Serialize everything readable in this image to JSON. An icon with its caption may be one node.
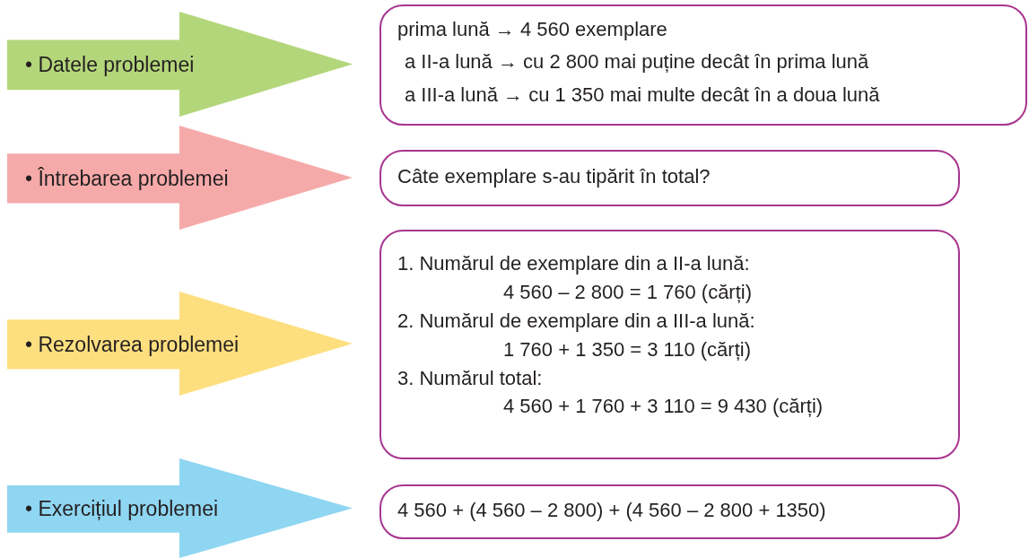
{
  "diagram": {
    "nodes": [
      {
        "text": [
          "• Datele problemei"
        ]
      },
      {
        "text": [
          "prima lună → 4 560 exemplare",
          "a II-a lună → cu 2 800 mai puține decât în prima lună",
          "a III-a lună → cu 1 350 mai multe decât în a doua lună"
        ]
      },
      {
        "text": [
          "• Întrebarea problemei"
        ]
      },
      {
        "text": [
          "Câte exemplare s-au tipărit în total?"
        ]
      },
      {
        "text": [
          "• Rezolvarea problemei"
        ]
      },
      {
        "text": [
          "1. Numărul de exemplare din a II-a lună:",
          "4 560 – 2 800 = 1 760 (cărți)",
          "2. Numărul de exemplare din a III-a lună:",
          "1 760 + 1 350 = 3 110 (cărți)",
          "3. Numărul total:",
          "4 560 + 1 760 + 3 110 = 9 430 (cărți)"
        ]
      },
      {
        "text": [
          "• Exercițiul problemei"
        ]
      },
      {
        "text": [
          "4 560 + (4 560 – 2 800) + (4 560 – 2 800 + 1350)"
        ]
      }
    ]
  }
}
